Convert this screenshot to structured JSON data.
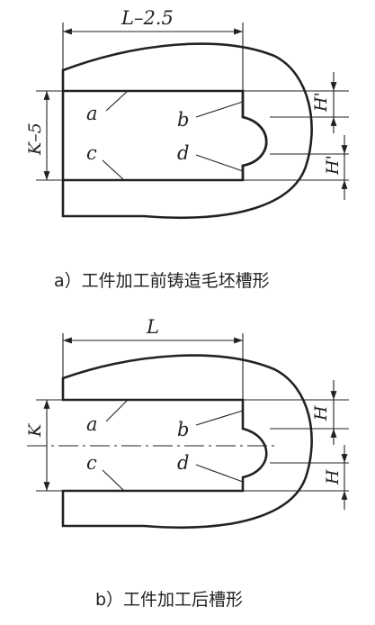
{
  "figure_a": {
    "dim_top": "L–2.5",
    "dim_left": "K–5",
    "dim_h_upper": "H'",
    "dim_h_lower": "H'",
    "label_a": "a",
    "label_b": "b",
    "label_c": "c",
    "label_d": "d",
    "caption": "a）工件加工前铸造毛坯槽形"
  },
  "figure_b": {
    "dim_top": "L",
    "dim_left": "K",
    "dim_h_upper": "H",
    "dim_h_lower": "H",
    "label_a": "a",
    "label_b": "b",
    "label_c": "c",
    "label_d": "d",
    "caption": "b）工件加工后槽形"
  }
}
